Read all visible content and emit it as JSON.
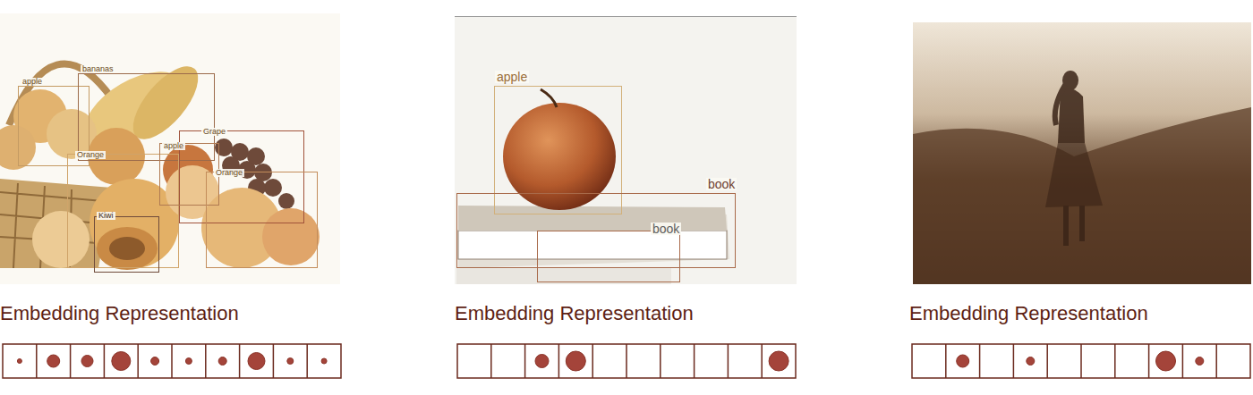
{
  "diagram": {
    "nodes": [
      {
        "text": [
          "apple"
        ]
      },
      {
        "text": [
          "bananas"
        ]
      },
      {
        "text": [
          "Grape"
        ]
      },
      {
        "text": [
          "Orange"
        ]
      },
      {
        "text": [
          "apple"
        ]
      },
      {
        "text": [
          "Orange"
        ]
      },
      {
        "text": [
          "Kiwi"
        ]
      },
      {
        "text": [
          "apple"
        ]
      },
      {
        "text": [
          "book"
        ]
      },
      {
        "text": [
          "book"
        ]
      }
    ],
    "labels": [
      "Embedding Representation",
      "Embedding Representation",
      "Embedding Representation"
    ]
  }
}
